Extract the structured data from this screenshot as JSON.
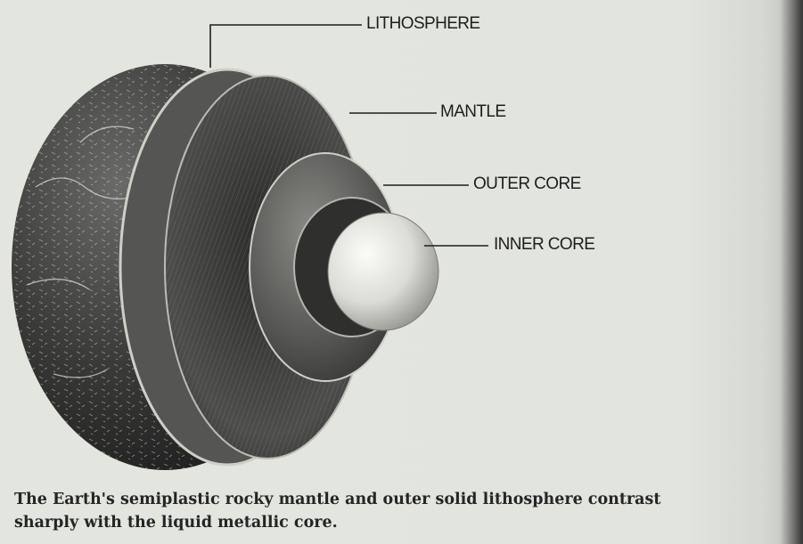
{
  "diagram": {
    "labels": {
      "lithosphere": "LITHOSPHERE",
      "mantle": "MANTLE",
      "outer_core": "OUTER CORE",
      "inner_core": "INNER CORE"
    }
  },
  "caption": {
    "line1": "The Earth's semiplastic rocky mantle and outer solid lithosphere contrast",
    "line2": "sharply with the liquid metallic core."
  }
}
